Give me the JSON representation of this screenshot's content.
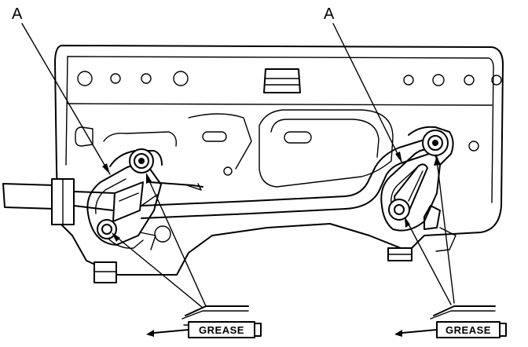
{
  "callouts": {
    "left": "A",
    "right": "A"
  },
  "grease": {
    "left_label": "GREASE",
    "right_label": "GREASE"
  }
}
